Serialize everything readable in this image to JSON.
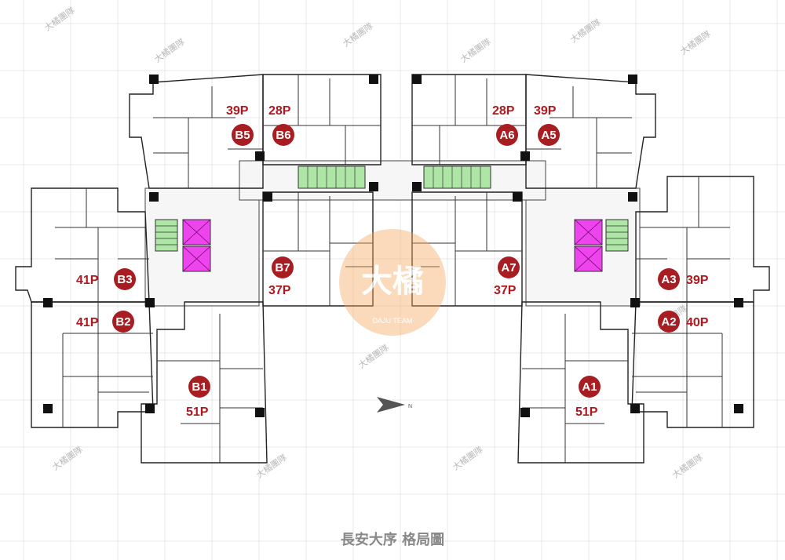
{
  "title": "長安大序 格局圖",
  "watermark_text": "大橘團隊",
  "logo": {
    "text": "大橘",
    "subtitle": "DAJU TEAM",
    "color": "#f4a65a"
  },
  "compass_label": "N",
  "colors": {
    "unit_yellow": "#f8f4b8",
    "unit_blue": "#c4dff4",
    "unit_pink": "#f7d2de",
    "elevator_magenta": "#ee44ee",
    "stair_green": "#aee6a6",
    "badge_red": "#a81d22"
  },
  "units": [
    {
      "id": "B5",
      "ping": "39P"
    },
    {
      "id": "B6",
      "ping": "28P"
    },
    {
      "id": "A6",
      "ping": "28P"
    },
    {
      "id": "A5",
      "ping": "39P"
    },
    {
      "id": "B7",
      "ping": "37P"
    },
    {
      "id": "A7",
      "ping": "37P"
    },
    {
      "id": "B3",
      "ping": "41P"
    },
    {
      "id": "B2",
      "ping": "41P"
    },
    {
      "id": "A3",
      "ping": "39P"
    },
    {
      "id": "A2",
      "ping": "40P"
    },
    {
      "id": "B1",
      "ping": "51P"
    },
    {
      "id": "A1",
      "ping": "51P"
    }
  ]
}
